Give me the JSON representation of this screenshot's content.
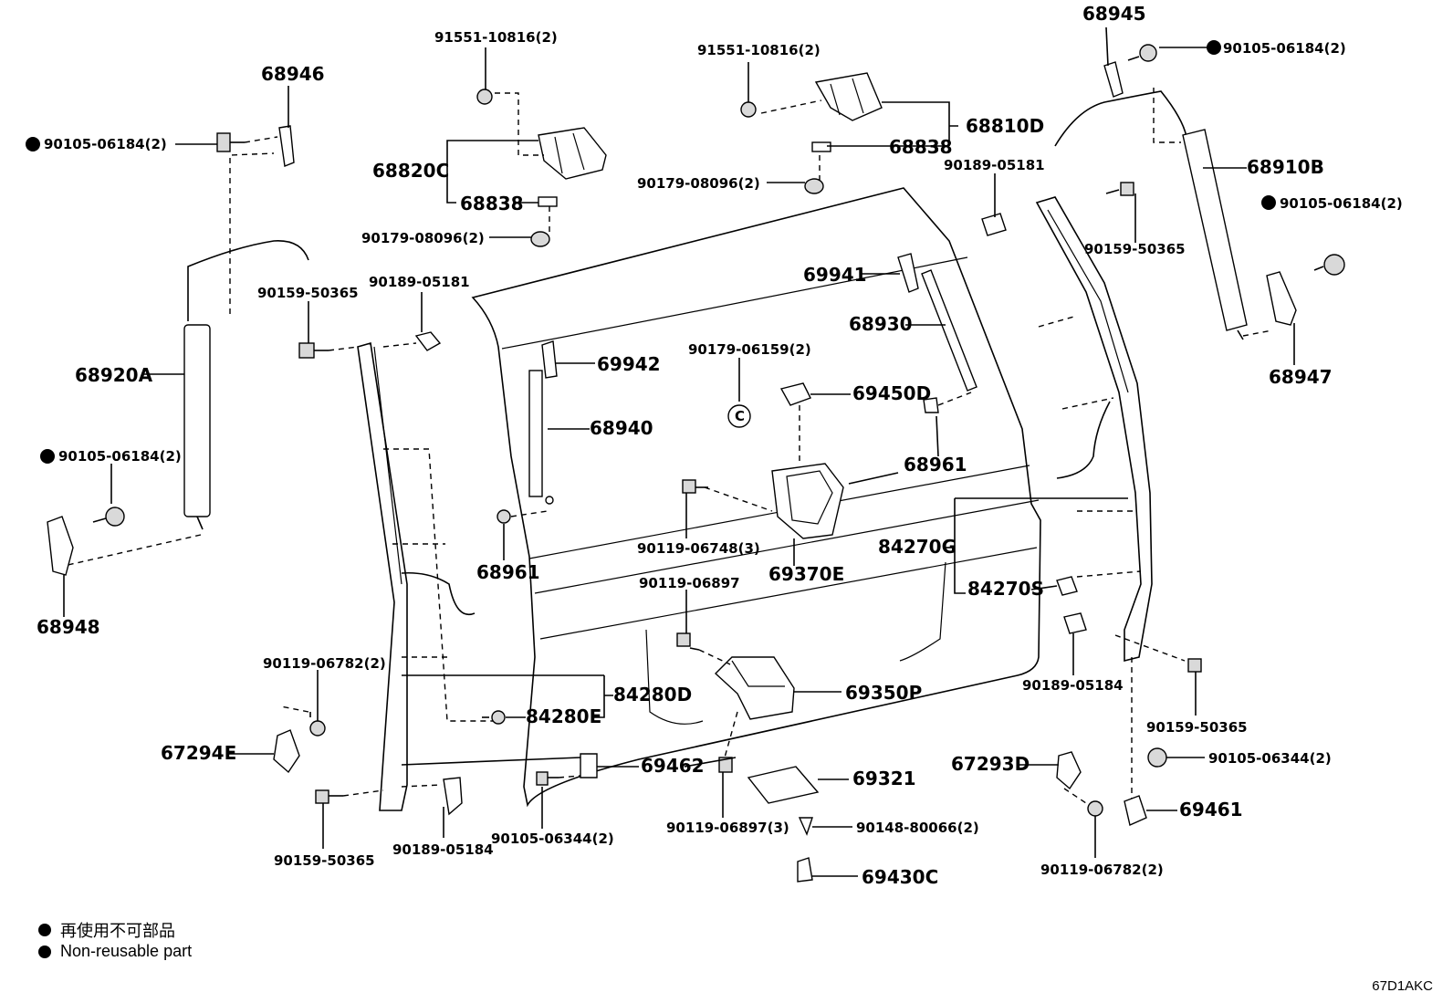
{
  "diagram_code": "67D1AKC",
  "legend": {
    "jp": "再使用不可部品",
    "en": "Non-reusable part"
  },
  "labels": {
    "p68945": "68945",
    "p90105_06184_tr": "90105-06184(2)",
    "p91551_left": "91551-10816(2)",
    "p91551_center": "91551-10816(2)",
    "p68946": "68946",
    "p90105_06184_left": "90105-06184(2)",
    "p68820C": "68820C",
    "p68838_left": "68838",
    "p90179_08096_left": "90179-08096(2)",
    "p68810D": "68810D",
    "p68838_right": "68838",
    "p90179_08096_center": "90179-08096(2)",
    "p90189_05181_right": "90189-05181",
    "p68910B": "68910B",
    "p90105_06184_right": "90105-06184(2)",
    "p90159_50365_right": "90159-50365",
    "p68947": "68947",
    "p90159_50365_left": "90159-50365",
    "p90189_05181_left": "90189-05181",
    "p69941": "69941",
    "p68920A": "68920A",
    "p68930": "68930",
    "p69942": "69942",
    "p90179_06159": "90179-06159(2)",
    "p69450D": "69450D",
    "p68940": "68940",
    "p90105_06184_lower_left": "90105-06184(2)",
    "p68961_right": "68961",
    "p90119_06748": "90119-06748(3)",
    "p84270G": "84270G",
    "p68961_left": "68961",
    "p69370E": "69370E",
    "p68948": "68948",
    "p90119_06897_top": "90119-06897",
    "p84270S": "84270S",
    "p90119_06782_left": "90119-06782(2)",
    "p84280D": "84280D",
    "p69350P": "69350P",
    "p90189_05184_right": "90189-05184",
    "p84280E": "84280E",
    "p90159_50365_lower_right": "90159-50365",
    "p67294E": "67294E",
    "p69462": "69462",
    "p67293D": "67293D",
    "p90105_06344_right": "90105-06344(2)",
    "p69321": "69321",
    "p69461": "69461",
    "p90119_06897_bottom": "90119-06897(3)",
    "p90148_80066": "90148-80066(2)",
    "p90105_06344_left": "90105-06344(2)",
    "p90159_50365_bottom": "90159-50365",
    "p90189_05184_left": "90189-05184",
    "p69430C": "69430C",
    "p90119_06782_right": "90119-06782(2)"
  }
}
